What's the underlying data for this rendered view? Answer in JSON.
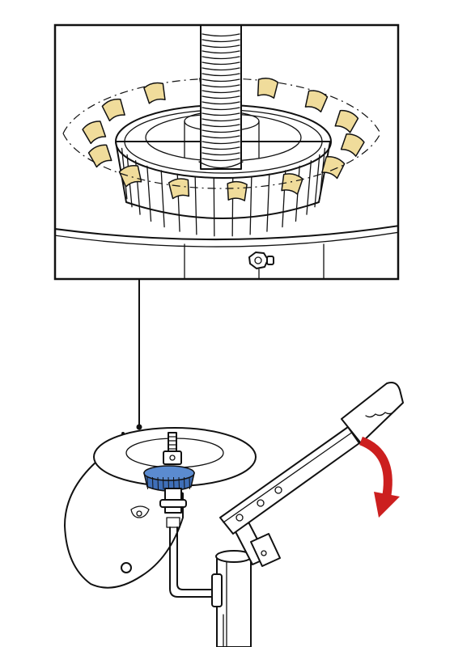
{
  "colors": {
    "background": "#ffffff",
    "line": "#111111",
    "clutch_plate": "#5b8bd0",
    "clutch_plate_shadow": "#3f6fb8",
    "grip_jaws": "#f0dc9b",
    "arrow": "#cc1f1f"
  },
  "icons": {
    "direction_arrow": "curved-arrow-down-icon",
    "detail_callout": "magnifier-callout-frame"
  },
  "diagram": {
    "detail_view": "clutch-plate-with-grip-jaws-on-spindle",
    "main_view": "hydraulic-press-with-hand-lever",
    "gripper_count": 14
  }
}
